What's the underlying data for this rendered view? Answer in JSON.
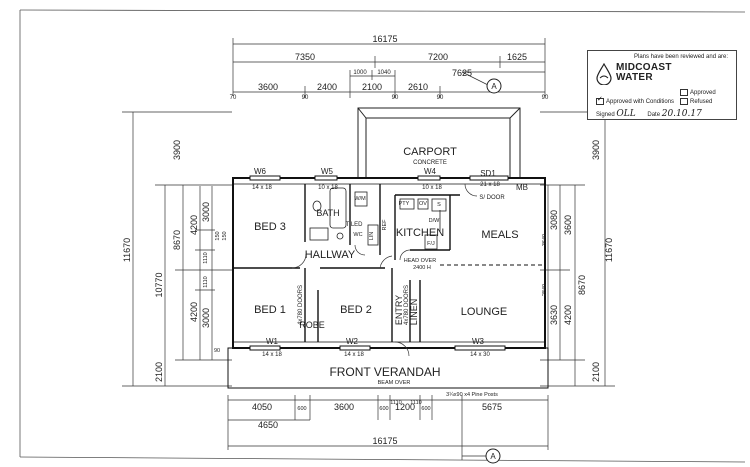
{
  "dimensions": {
    "top_overall": "16175",
    "top_left": "7350",
    "top_mid": "7200",
    "top_right": "1625",
    "top_extra": "7625",
    "top_row": [
      "3600",
      "2400",
      "2100",
      "2610"
    ],
    "top_small": [
      "1000",
      "1040"
    ],
    "top_bits": [
      "70",
      "90",
      "90",
      "90",
      "90"
    ],
    "left_outer": "11670",
    "left_mid": "10770",
    "left_inner": "8670",
    "left_3900": "3900",
    "left_4200_top": "4200",
    "left_4200_bot": "4200",
    "left_3000_top": "3000",
    "left_3000_bot": "3000",
    "left_2100": "2100",
    "left_small": [
      "150",
      "150",
      "1110",
      "1110",
      "90"
    ],
    "right_outer": "11670",
    "right_inner": "8670",
    "right_3900": "3900",
    "right_3600": "3600",
    "right_3080": "3080",
    "right_4200": "4200",
    "right_3630": "3630",
    "right_2100": "2100",
    "right_small": [
      "3640",
      "2840"
    ],
    "bottom_row": [
      "4050",
      "3600",
      "1200",
      "5675"
    ],
    "bottom_small": [
      "600",
      "600",
      "600",
      "1110",
      "1110"
    ],
    "bottom_4650": "4650",
    "bottom_overall": "16175"
  },
  "rooms": {
    "carport": "CARPORT",
    "carport_sub": "CONCRETE",
    "bed3": "BED 3",
    "bath": "BATH",
    "bath_sub": "TILED",
    "hallway": "HALLWAY",
    "kitchen": "KITCHEN",
    "meals": "MEALS",
    "bed1": "BED 1",
    "robe": "ROBE",
    "bed2": "BED 2",
    "entry": "ENTRY",
    "entry_door": "4x780 DOORS",
    "linen": "LINEN",
    "lounge": "LOUNGE",
    "front_verandah": "FRONT  VERANDAH",
    "robe_note": "4x780 DOORS"
  },
  "windows": {
    "w6": "W6",
    "w6_size": "14 x 18",
    "w5": "W5",
    "w5_size": "10 x 18",
    "w4": "W4",
    "w4_size": "10 x 18",
    "sd1": "SD1",
    "sd1_size": "21 x 18",
    "mb": "MB",
    "s_door": "S/ DOOR",
    "w1": "W1",
    "w1_size": "14 x 18",
    "w2": "W2",
    "w2_size": "14 x 18",
    "w3": "W3",
    "w3_size": "14 x 30"
  },
  "labels": {
    "head_over": "HEAD OVER",
    "head_over_val": "2400 H",
    "beam_over": "BEAM OVER",
    "posts": "3¼x90 x4 Pine Posts",
    "section_a": "A",
    "wm": "W/M",
    "pty": "PTY",
    "ov": "OV",
    "ref": "REF",
    "wc": "WC",
    "lin": "LIN",
    "s": "S",
    "dw": "D/W",
    "fj": "F/J"
  },
  "stamp": {
    "header": "Plans have been reviewed and are:",
    "brand_line1": "MIDCOAST",
    "brand_line2": "WATER",
    "approved": "Approved",
    "approved_conditions": "Approved with Conditions",
    "refused": "Refused",
    "signed_label": "Signed",
    "signed_value": "OLL",
    "date_label": "Date",
    "date_value": "20.10.17"
  }
}
